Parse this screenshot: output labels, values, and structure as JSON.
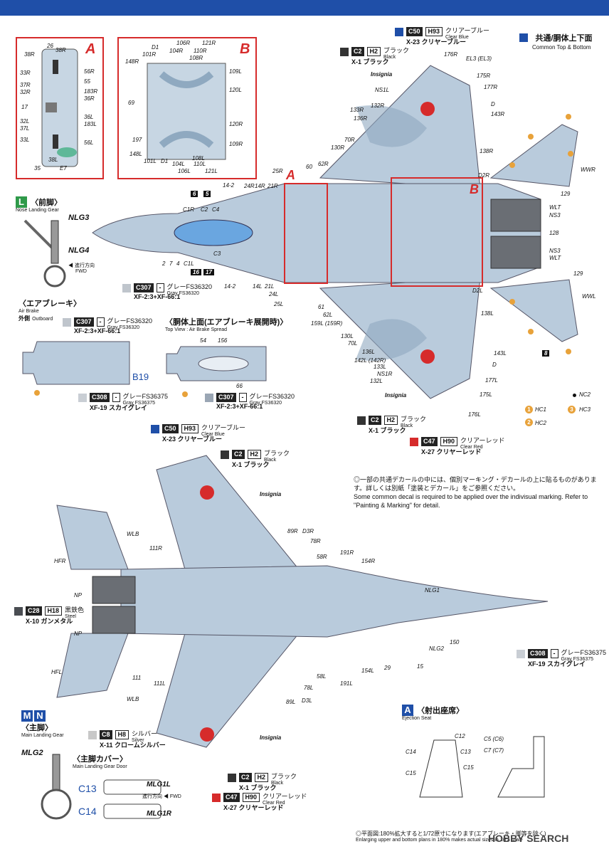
{
  "colors": {
    "top_bar": "#1f4fa8",
    "airframe": "#b9cbdc",
    "airframe_dark": "#8fa9c0",
    "canopy": "#6aa6e0",
    "red_frame": "#d62b2b",
    "orange": "#e8a23a",
    "gunmetal": "#4a4d52",
    "blue_chip": "#1f4fa8",
    "red_chip": "#d62b2b",
    "dark_chip": "#333"
  },
  "header": {
    "title": "共通/胴体上下面",
    "subtitle": "Common Top & Bottom"
  },
  "inset_a": {
    "tag": "A",
    "labels": [
      "26",
      "38R",
      "38R",
      "33R",
      "37R",
      "32R",
      "17",
      "32L",
      "37L",
      "33L",
      "35",
      "38L",
      "E7",
      "56R",
      "55",
      "183R",
      "36R",
      "36L",
      "183L",
      "56L"
    ]
  },
  "inset_b": {
    "tag": "B",
    "labels": [
      "D1",
      "106R",
      "121R",
      "104R",
      "110R",
      "101R",
      "108R",
      "148R",
      "109L",
      "69",
      "120L",
      "120R",
      "197",
      "148L",
      "101L",
      "D1",
      "104L",
      "108L",
      "110L",
      "106L",
      "121L",
      "109R"
    ]
  },
  "top_view_labels": [
    "Insignia",
    "NS1L",
    "132R",
    "133R",
    "136R",
    "70R",
    "130R",
    "62R",
    "60",
    "25R",
    "24R",
    "14R",
    "21R",
    "14-2",
    "C1R",
    "C2",
    "C4",
    "C3",
    "2",
    "7",
    "4",
    "C1L",
    "14-2",
    "14L",
    "21L",
    "24L",
    "25L",
    "61",
    "62L",
    "159L (159R)",
    "130L",
    "70L",
    "136L",
    "142L (142R)",
    "133L",
    "NS1R",
    "132L",
    "Insignia",
    "176R",
    "EL3 (EL3)",
    "175R",
    "177R",
    "D",
    "143R",
    "138R",
    "D2R",
    "129",
    "WWR",
    "WLT",
    "NS3",
    "128",
    "NS3",
    "WLT",
    "129",
    "WWL",
    "D2L",
    "138L",
    "143L",
    "D",
    "177L",
    "175L",
    "176L",
    "NC2",
    "HC1",
    "HC3",
    "HC2"
  ],
  "red_boxes": {
    "a": "A",
    "b": "B"
  },
  "black_tags": [
    "6",
    "5",
    "16",
    "17",
    "8"
  ],
  "chips": [
    {
      "code": "C50",
      "h": "H93",
      "name": "クリアーブルー",
      "en": "Clear Blue",
      "x": "X-23 クリヤーブルー",
      "sw": "#1f4fa8"
    },
    {
      "code": "C2",
      "h": "H2",
      "name": "ブラック",
      "en": "Black",
      "x": "X-1 ブラック",
      "sw": "#333"
    },
    {
      "code": "C307",
      "h": "-",
      "name": "グレーFS36320",
      "en": "Gray FS36320",
      "x": "XF-2:3+XF-66:1",
      "sw": "#bfc5cc"
    },
    {
      "code": "C307",
      "h": "-",
      "name": "グレーFS36320",
      "en": "Gray FS36320",
      "x": "XF-2:3+XF-66:1",
      "sw": "#bfc5cc"
    },
    {
      "code": "C308",
      "h": "-",
      "name": "グレーFS36375",
      "en": "Gray FS36375",
      "x": "XF-19 スカイグレイ",
      "sw": "#c9ced4"
    },
    {
      "code": "C307",
      "h": "-",
      "name": "グレーFS36320",
      "en": "Gray FS36320",
      "x": "XF-2:3+XF-66:1",
      "sw": "#9aa6b4"
    },
    {
      "code": "C2",
      "h": "H2",
      "name": "ブラック",
      "en": "Black",
      "x": "X-1 ブラック",
      "sw": "#333"
    },
    {
      "code": "C47",
      "h": "H90",
      "name": "クリアーレッド",
      "en": "Clear Red",
      "x": "X-27 クリヤーレッド",
      "sw": "#d62b2b"
    },
    {
      "code": "C50",
      "h": "H93",
      "name": "クリアーブルー",
      "en": "Clear Blue",
      "x": "X-23 クリヤーブルー",
      "sw": "#1f4fa8"
    },
    {
      "code": "C2",
      "h": "H2",
      "name": "ブラック",
      "en": "Black",
      "x": "X-1 ブラック",
      "sw": "#333"
    },
    {
      "code": "C28",
      "h": "H18",
      "name": "黒鉄色",
      "en": "Steel",
      "x": "X-10 ガンメタル",
      "sw": "#4a4d52"
    },
    {
      "code": "C308",
      "h": "-",
      "name": "グレーFS36375",
      "en": "Gray FS36375",
      "x": "XF-19 スカイグレイ",
      "sw": "#c9ced4"
    },
    {
      "code": "C8",
      "h": "H8",
      "name": "シルバー",
      "en": "Silver",
      "x": "X-11 クロームシルバー",
      "sw": "#c8c8c8"
    },
    {
      "code": "C2",
      "h": "H2",
      "name": "ブラック",
      "en": "Black",
      "x": "X-1 ブラック",
      "sw": "#333"
    },
    {
      "code": "C47",
      "h": "H90",
      "name": "クリアーレッド",
      "en": "Clear Red",
      "x": "X-27 クリヤーレッド",
      "sw": "#d62b2b"
    }
  ],
  "nose_gear": {
    "badge": "L",
    "title": "〈前脚〉",
    "en": "Nose Landing Gear",
    "l1": "NLG3",
    "l2": "NLG4",
    "fwd": "進行方向",
    "fwd_en": "FWD"
  },
  "air_brake": {
    "title": "〈エアブレーキ〉",
    "en": "Air Brake",
    "outboard": "外側",
    "outboard_en": "Outboard",
    "b19": "B19"
  },
  "spread": {
    "title": "〈胴体上面(エアブレーキ展開時)〉",
    "en": "Top View : Air Brake Spread",
    "l1": "54",
    "l2": "156",
    "l3": "66"
  },
  "note": {
    "jp": "◎一部の共通デカールの中には、個別マーキング・デカールの上に貼るものがあります。詳しくは別紙「塗装とデカール」をご参照ください。",
    "en": "Some common decal is required to be applied over the indivisual marking. Refer to \"Painting & Marking\" for detail."
  },
  "bottom_view_labels": [
    "Insignia",
    "WLB",
    "HFR",
    "111R",
    "89R",
    "D3R",
    "78R",
    "58R",
    "191R",
    "154R",
    "NP",
    "NP",
    "NLG1",
    "NLG2",
    "150",
    "HFL",
    "111",
    "111L",
    "WLB",
    "58L",
    "78L",
    "89L",
    "D3L",
    "191L",
    "154L",
    "29",
    "15",
    "Insignia"
  ],
  "main_gear": {
    "badge1": "M",
    "badge2": "N",
    "title": "〈主脚〉",
    "en": "Main Landing Gear",
    "l1": "MLG2",
    "door_title": "〈主脚カバー〉",
    "door_en": "Main Landing Gear Door",
    "c13": "C13",
    "c14": "C14",
    "mlg1l": "MLG1L",
    "mlg1r": "MLG1R",
    "fwd": "進行方向",
    "fwd_en": "FWD"
  },
  "seat": {
    "badge": "A",
    "title": "〈射出座席〉",
    "en": "Ejection Seat",
    "labels": [
      "C12",
      "C14",
      "C13",
      "C15",
      "C15",
      "C5 (C6)",
      "C7 (C7)"
    ]
  },
  "footer": {
    "text": "◎平面図:180%拡大すると1/72原寸になります(エアブレーキ・脚等を除く)",
    "en": "Enlarging upper and bottom plans in 180% makes actual sizes in 1/72 scale"
  },
  "watermark": "HOBBY SEARCH"
}
